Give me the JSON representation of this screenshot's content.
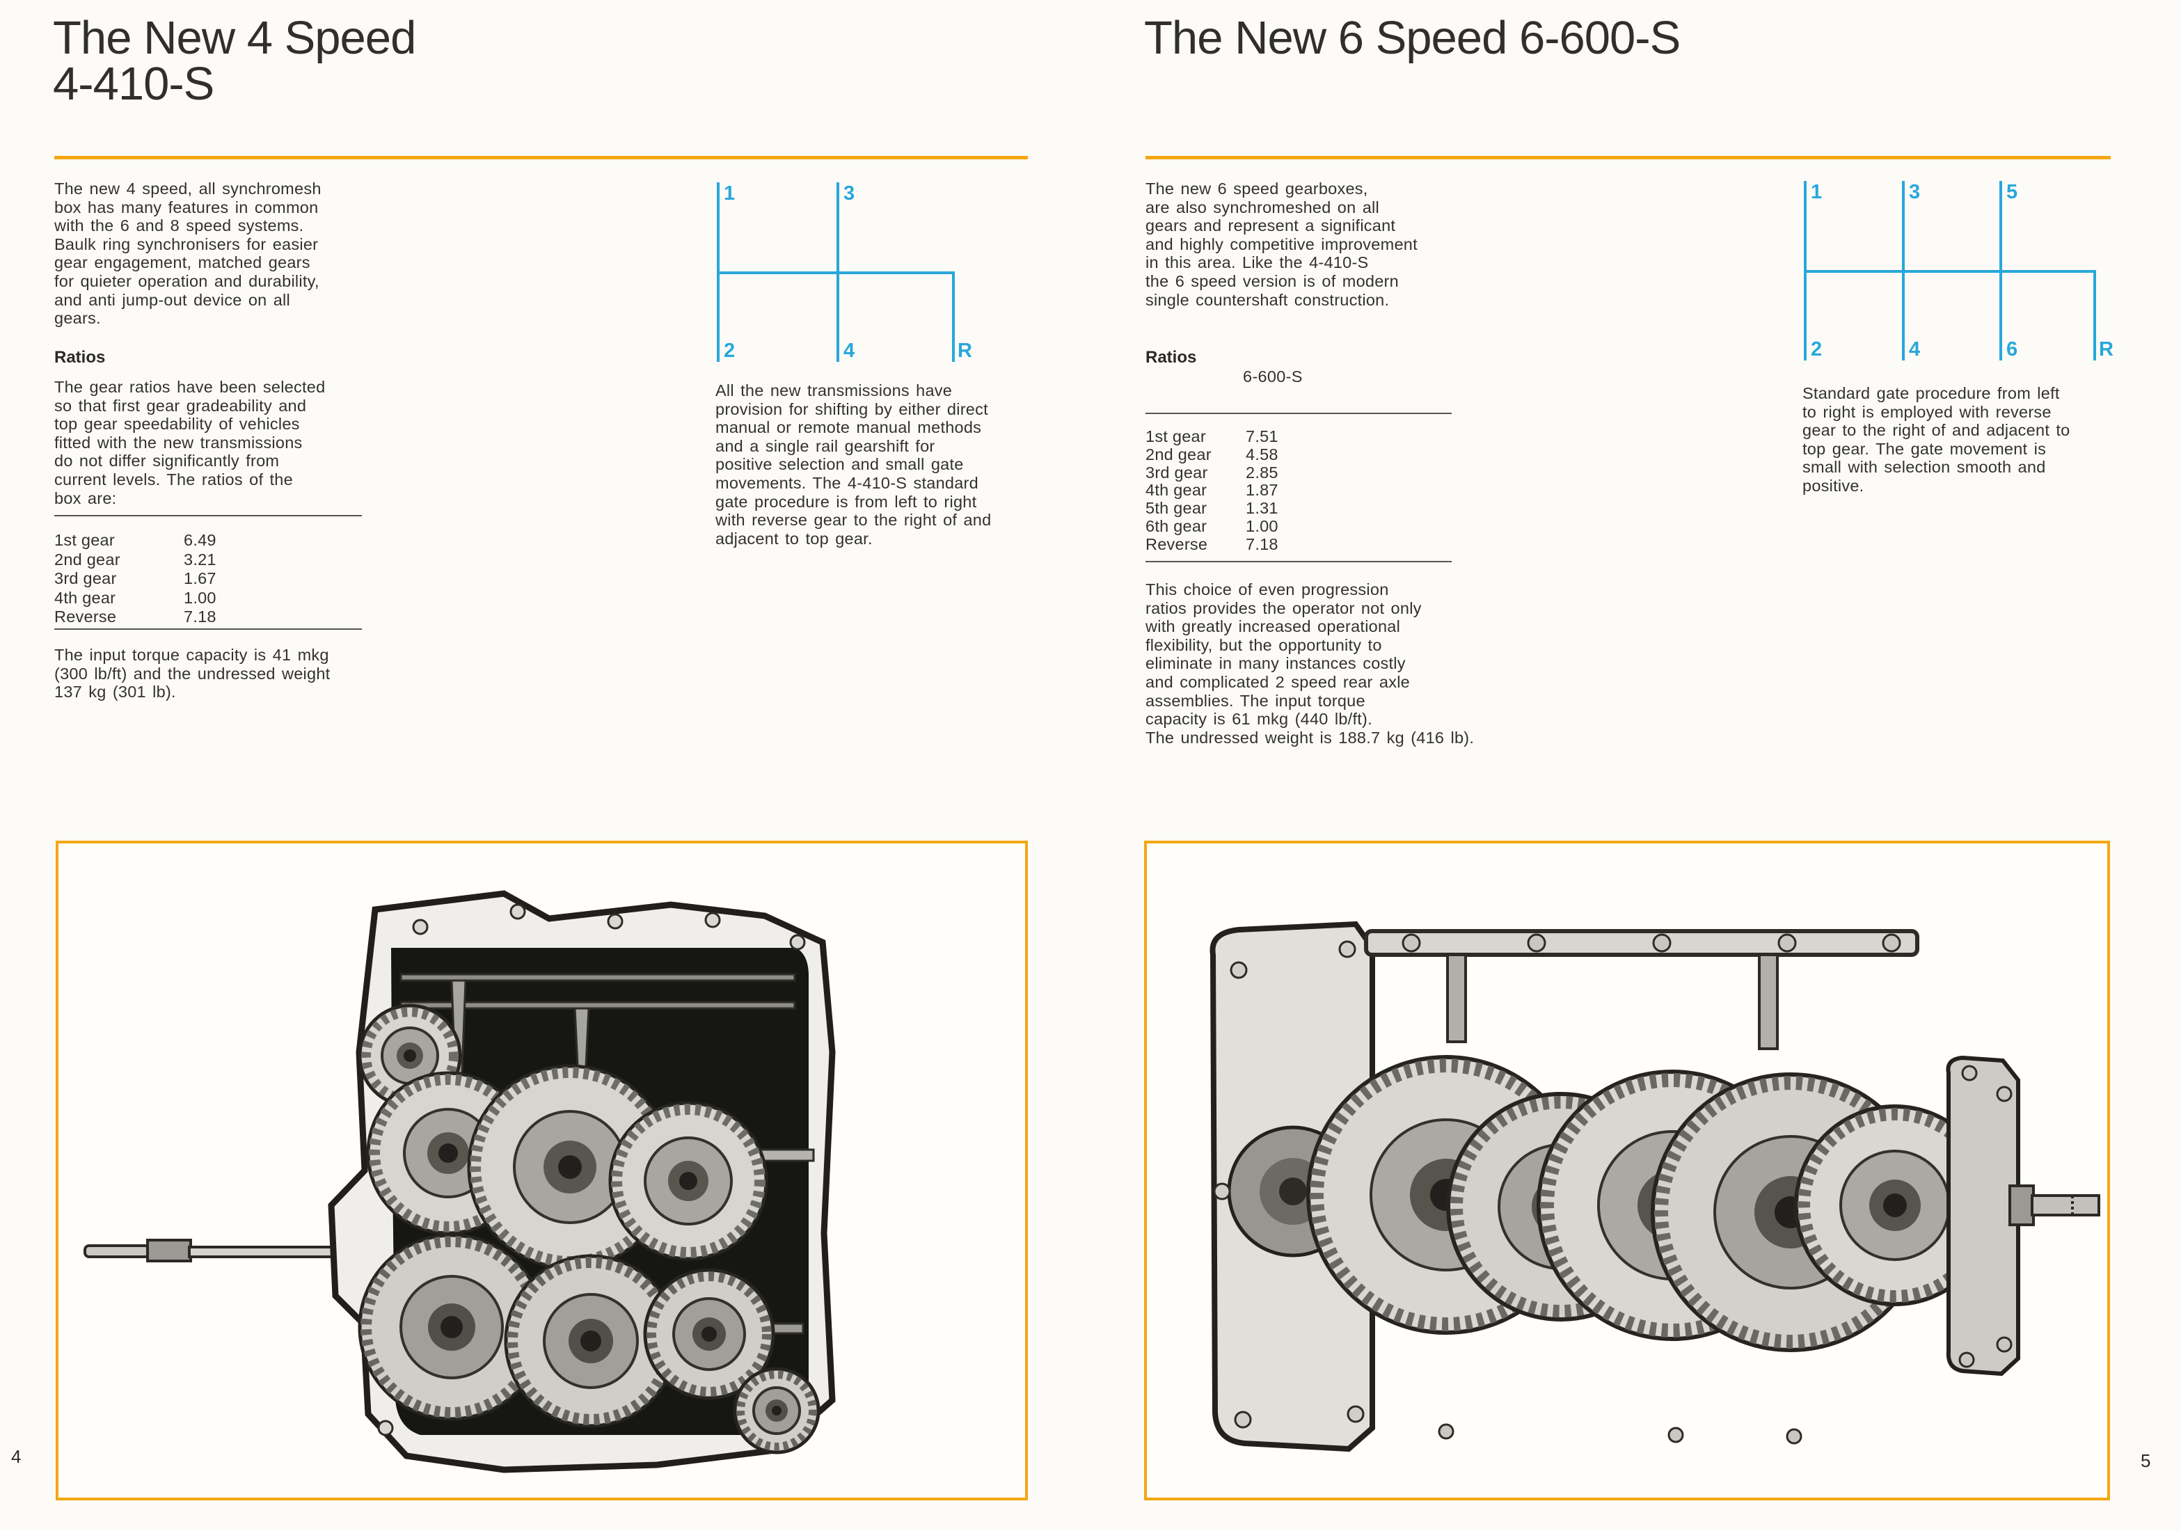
{
  "colors": {
    "accent_orange": "#F3A713",
    "gate_cyan": "#28A7DB",
    "ink": "#34322c"
  },
  "left_page": {
    "page_number": "4",
    "title": "The New 4 Speed\n4-410-S",
    "intro": "The new 4 speed, all synchromesh\nbox has many features in common\nwith the 6 and 8 speed systems.\nBaulk ring synchronisers for easier\ngear engagement, matched gears\nfor quieter operation and durability,\nand anti jump-out device on all\ngears.",
    "ratios_heading": "Ratios",
    "ratios_intro": "The gear ratios have been selected\nso that first gear gradeability and\ntop gear speedability of vehicles\nfitted with the new transmissions\ndo not differ significantly from\ncurrent levels. The ratios of the\nbox are:",
    "ratios_table": {
      "rows": [
        {
          "label": "1st gear",
          "value": "6.49"
        },
        {
          "label": "2nd gear",
          "value": "3.21"
        },
        {
          "label": "3rd gear",
          "value": "1.67"
        },
        {
          "label": "4th gear",
          "value": "1.00"
        },
        {
          "label": "Reverse",
          "value": "7.18"
        }
      ]
    },
    "torque_note": "The input torque capacity is 41 mkg\n(300 lb/ft) and the undressed weight\n137 kg (301 lb).",
    "gate_labels": [
      "1",
      "3",
      "2",
      "4",
      "R"
    ],
    "gate_note": "All the new transmissions have\nprovision for shifting by either direct\nmanual or remote manual methods\nand a single rail gearshift for\npositive selection and small gate\nmovements. The 4-410-S standard\ngate procedure is from left to right\nwith reverse gear to the right of and\nadjacent to top gear."
  },
  "right_page": {
    "page_number": "5",
    "title": "The New 6 Speed 6-600-S",
    "intro": "The new 6 speed gearboxes,\nare also synchromeshed on all\ngears and represent a significant\nand highly competitive improvement\nin this area.  Like the 4-410-S\nthe 6 speed version is of modern\nsingle countershaft construction.",
    "ratios_heading": "Ratios",
    "ratios_model": "6-600-S",
    "ratios_table": {
      "rows": [
        {
          "label": "1st gear",
          "value": "7.51"
        },
        {
          "label": "2nd gear",
          "value": "4.58"
        },
        {
          "label": "3rd gear",
          "value": "2.85"
        },
        {
          "label": "4th gear",
          "value": "1.87"
        },
        {
          "label": "5th gear",
          "value": "1.31"
        },
        {
          "label": "6th gear",
          "value": "1.00"
        },
        {
          "label": "Reverse",
          "value": "7.18"
        }
      ]
    },
    "progression_note": "This choice of even progression\nratios provides the operator not only\nwith greatly increased operational\nflexibility, but the opportunity to\neliminate in many instances costly\nand complicated 2 speed rear axle\nassemblies.  The input torque\ncapacity is 61 mkg (440 lb/ft).\nThe undressed weight is 188.7 kg (416 lb).",
    "gate_labels": [
      "1",
      "3",
      "5",
      "2",
      "4",
      "6",
      "R"
    ],
    "gate_note": "Standard gate procedure from left\nto right is employed with reverse\ngear to the right of and adjacent to\ntop gear. The gate movement is\nsmall with selection smooth and\npositive."
  }
}
